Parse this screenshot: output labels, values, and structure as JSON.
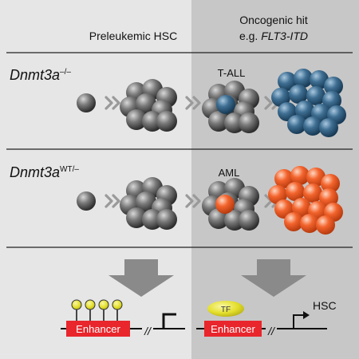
{
  "header": {
    "left_label": "Preleukemic HSC",
    "right_label_line1": "Oncogenic hit",
    "right_label_line2_prefix": "e.g. ",
    "right_label_line2_gene": "FLT3-ITD"
  },
  "rows": [
    {
      "genotype_base": "Dnmt3a",
      "genotype_sup": "–/–",
      "outcome": "T-ALL"
    },
    {
      "genotype_base": "Dnmt3a",
      "genotype_sup": "WT/–",
      "outcome": "AML"
    }
  ],
  "bottom": {
    "left_enhancer": "Enhancer",
    "right_enhancer": "Enhancer",
    "tf_label": "TF",
    "hsc_label": "HSC",
    "break_symbol": "//"
  },
  "colors": {
    "left_bg": "#e6e6e6",
    "right_bg": "#c7c7c7",
    "gray_cell": "#666666",
    "blue_cell": "#3d6b8f",
    "orange_cell": "#f0642d",
    "enhancer_red": "#e8262c",
    "methyl_yellow": "#e8e332",
    "tf_yellow": "#e8e332",
    "arrow_gray": "#8a8a8a"
  }
}
